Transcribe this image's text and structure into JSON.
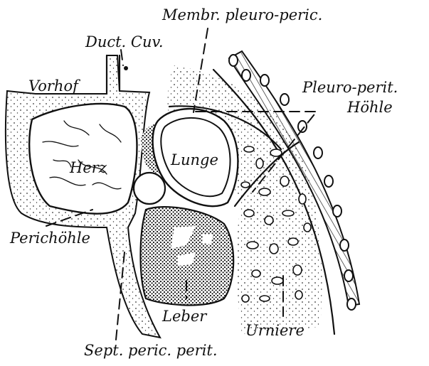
{
  "labels": {
    "membr_pleuro_peric": "Membr. pleuro-peric.",
    "duct_cuv": "Duct. Cuv.",
    "vorhof": "Vorhof",
    "pleuro_perit": "Pleuro-perit.",
    "hoehle": "Höhle",
    "herz": "Herz",
    "lunge": "Lunge",
    "perichoehle": "Perichöhle",
    "leber": "Leber",
    "urniere": "Urniere",
    "sept_peric_perit": "Sept. peric. perit."
  }
}
